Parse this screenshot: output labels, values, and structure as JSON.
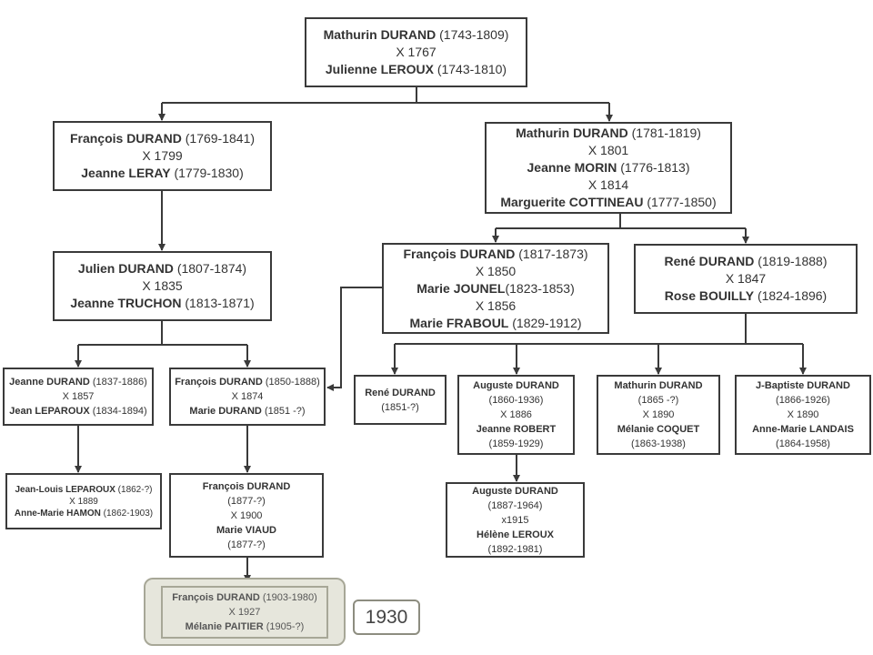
{
  "nodes": {
    "n1": {
      "p1": "Mathurin DURAND",
      "d1": "(1743-1809)",
      "m1": "X 1767",
      "p2": "Julienne LEROUX",
      "d2": "(1743-1810)"
    },
    "n2": {
      "p1": "François DURAND",
      "d1": "(1769-1841)",
      "m1": "X 1799",
      "p2": "Jeanne  LERAY",
      "d2": "(1779-1830)"
    },
    "n3": {
      "p1": "Mathurin DURAND",
      "d1": "(1781-1819)",
      "m1": "X 1801",
      "p2": "Jeanne  MORIN",
      "d2": "(1776-1813)",
      "m2": "X 1814",
      "p3": "Marguerite COTTINEAU",
      "d3": "(1777-1850)"
    },
    "n4": {
      "p1": "Julien DURAND",
      "d1": "(1807-1874)",
      "m1": "X 1835",
      "p2": "Jeanne TRUCHON",
      "d2": "(1813-1871)"
    },
    "n5": {
      "p1": "François DURAND",
      "d1": "(1817-1873)",
      "m1": "X 1850",
      "p2": "Marie JOUNEL",
      "d2": "(1823-1853)",
      "m2": "X 1856",
      "p3": "Marie FRABOUL",
      "d3": "(1829-1912)"
    },
    "n6": {
      "p1": "René DURAND",
      "d1": "(1819-1888)",
      "m1": "X 1847",
      "p2": "Rose BOUILLY",
      "d2": "(1824-1896)"
    },
    "n7": {
      "p1": "Jeanne DURAND",
      "d1": "(1837-1886)",
      "m1": "X 1857",
      "p2": "Jean LEPAROUX",
      "d2": "(1834-1894)"
    },
    "n8": {
      "p1": "François DURAND",
      "d1": "(1850-1888)",
      "m1": "X 1874",
      "p2": "Marie DURAND",
      "d2": "(1851 -?)"
    },
    "n9": {
      "p1": "René DURAND",
      "d1": "(1851-?)"
    },
    "n10": {
      "p1": "Auguste DURAND",
      "d1": "(1860-1936)",
      "m1": "X 1886",
      "p2": "Jeanne ROBERT",
      "d2": "(1859-1929)"
    },
    "n11": {
      "p1": "Mathurin DURAND",
      "d1": "(1865 -?)",
      "m1": "X 1890",
      "p2": "Mélanie COQUET",
      "d2": "(1863-1938)"
    },
    "n12": {
      "p1": "J-Baptiste DURAND",
      "d1": "(1866-1926)",
      "m1": "X 1890",
      "p2": "Anne-Marie LANDAIS",
      "d2": "(1864-1958)"
    },
    "n13": {
      "p1": "Jean-Louis LEPAROUX",
      "d1": "(1862-?)",
      "m1": "X 1889",
      "p2": "Anne-Marie HAMON",
      "d2": "(1862-1903)"
    },
    "n14": {
      "p1": "François DURAND",
      "d1": "(1877-?)",
      "m1": "X 1900",
      "p2": "Marie VIAUD",
      "d2": "(1877-?)"
    },
    "n15": {
      "p1": "Auguste DURAND",
      "d1": "(1887-1964)",
      "m1": "x1915",
      "p2": "Hélène LEROUX",
      "d2": "(1892-1981)"
    },
    "n16": {
      "p1": "François DURAND",
      "d1": "(1903-1980)",
      "m1": "X 1927",
      "p2": "Mélanie PAITIER",
      "d2": "(1905-?)"
    }
  },
  "year_tag": "1930",
  "colors": {
    "line": "#3a3a3a",
    "highlight_fill": "#e6e6dc",
    "highlight_border": "#a7a797"
  }
}
